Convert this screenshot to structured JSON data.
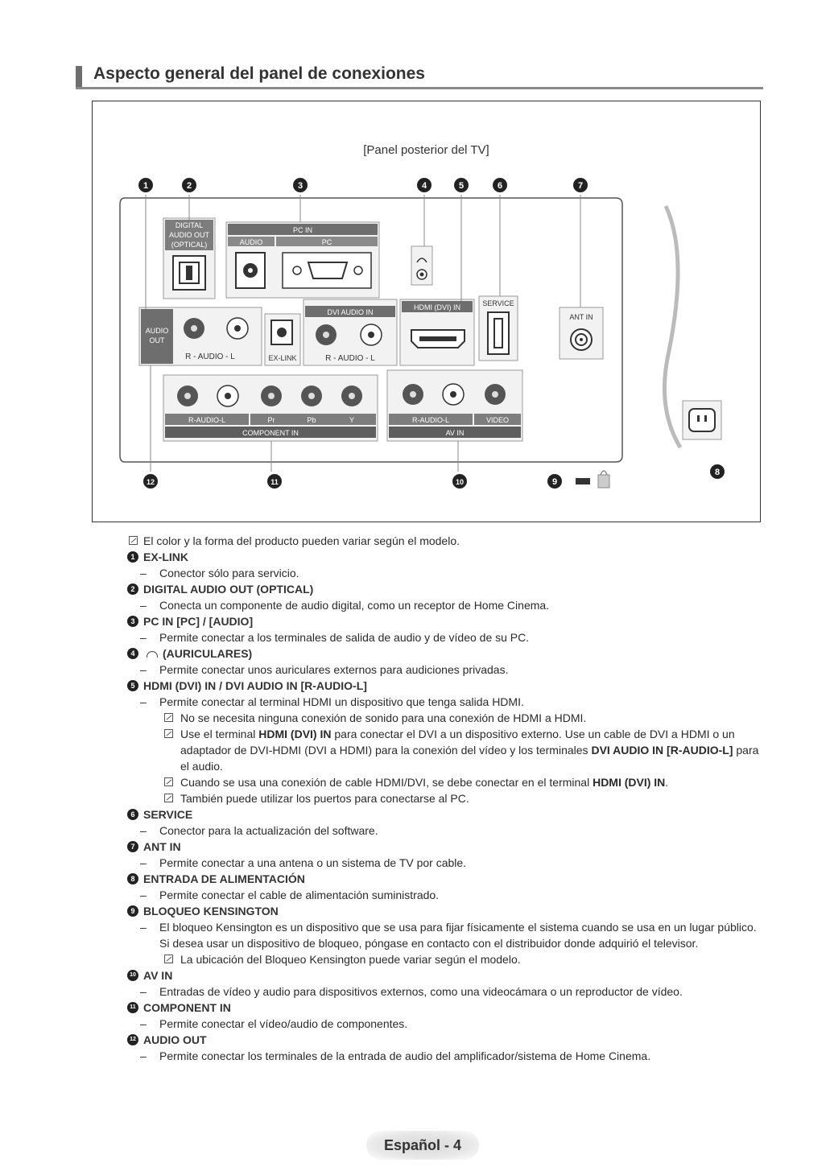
{
  "title": "Aspecto general del panel de conexiones",
  "panel_caption": "[Panel posterior del TV]",
  "panel_labels": {
    "digital_audio_out": [
      "DIGITAL",
      "AUDIO OUT",
      "(OPTICAL)"
    ],
    "pc_in": "PC IN",
    "audio": "AUDIO",
    "pc": "PC",
    "service": "SERVICE",
    "ant_in": "ANT IN",
    "audio_out": [
      "AUDIO",
      "OUT"
    ],
    "audio_rl": "R - AUDIO - L",
    "ex_link": "EX-LINK",
    "dvi_audio_in": "DVI AUDIO IN",
    "hdmi_dvi_in": "HDMI (DVI) IN",
    "component_audio": "R-AUDIO-L",
    "pr": "Pr",
    "pb": "Pb",
    "y": "Y",
    "component_in": "COMPONENT IN",
    "av_audio": "R-AUDIO-L",
    "video": "VIDEO",
    "av_in": "AV IN"
  },
  "callouts_top": [
    "1",
    "2",
    "3",
    "4",
    "5",
    "6",
    "7"
  ],
  "callouts_bottom": [
    "12",
    "11",
    "10",
    "9",
    "8"
  ],
  "general_note": "El color y la forma del producto pueden variar según el modelo.",
  "items": [
    {
      "num": "1",
      "title": "EX-LINK",
      "desc": "Conector sólo para servicio."
    },
    {
      "num": "2",
      "title": "DIGITAL AUDIO OUT (OPTICAL)",
      "desc": "Conecta un componente de audio digital, como un receptor de Home Cinema."
    },
    {
      "num": "3",
      "title": "PC IN [PC] / [AUDIO]",
      "desc": "Permite conectar a los terminales de salida de audio y de vídeo de su PC."
    },
    {
      "num": "4",
      "title": "(AURICULARES)",
      "desc": "Permite conectar unos auriculares externos para audiciones privadas."
    },
    {
      "num": "5",
      "title": "HDMI (DVI) IN / DVI AUDIO IN [R-AUDIO-L]",
      "desc": "Permite conectar al terminal HDMI un dispositivo que tenga salida HDMI."
    },
    {
      "num": "6",
      "title": "SERVICE",
      "desc": "Conector para la actualización del software."
    },
    {
      "num": "7",
      "title": "ANT IN",
      "desc": "Permite conectar a una antena o un sistema de TV por cable."
    },
    {
      "num": "8",
      "title": "ENTRADA DE ALIMENTACIÓN",
      "desc": "Permite conectar el cable de alimentación suministrado."
    },
    {
      "num": "9",
      "title": "BLOQUEO KENSINGTON",
      "desc": "El bloqueo Kensington es un dispositivo que se usa para fijar físicamente el sistema cuando se usa en un lugar público. Si desea usar un dispositivo de bloqueo, póngase en contacto con el distribuidor donde adquirió el televisor."
    },
    {
      "num": "10",
      "title": "AV IN",
      "desc": "Entradas de vídeo y audio para dispositivos externos, como una videocámara o un reproductor de vídeo."
    },
    {
      "num": "11",
      "title": "COMPONENT IN",
      "desc": "Permite conectar el vídeo/audio de componentes."
    },
    {
      "num": "12",
      "title": "AUDIO OUT",
      "desc": "Permite conectar los terminales de la entrada de audio del amplificador/sistema de Home Cinema."
    }
  ],
  "hdmi_notes": {
    "n1": "No se necesita ninguna conexión de sonido para una conexión de HDMI a HDMI.",
    "n2_a": "Use el terminal ",
    "n2_b": "HDMI (DVI) IN",
    "n2_c": " para conectar el DVI a un dispositivo externo. Use un cable de DVI a HDMI o un adaptador de DVI-HDMI (DVI a HDMI) para la conexión del vídeo y los terminales ",
    "n2_d": "DVI AUDIO IN [R-AUDIO-L]",
    "n2_e": " para el audio.",
    "n3_a": "Cuando se usa una conexión de cable HDMI/DVI, se debe conectar en el terminal ",
    "n3_b": "HDMI (DVI) IN",
    "n3_c": ".",
    "n4": "También puede utilizar los puertos para conectarse al PC."
  },
  "kensington_note": "La ubicación del Bloqueo Kensington puede variar según el modelo.",
  "footer": "Español - 4"
}
